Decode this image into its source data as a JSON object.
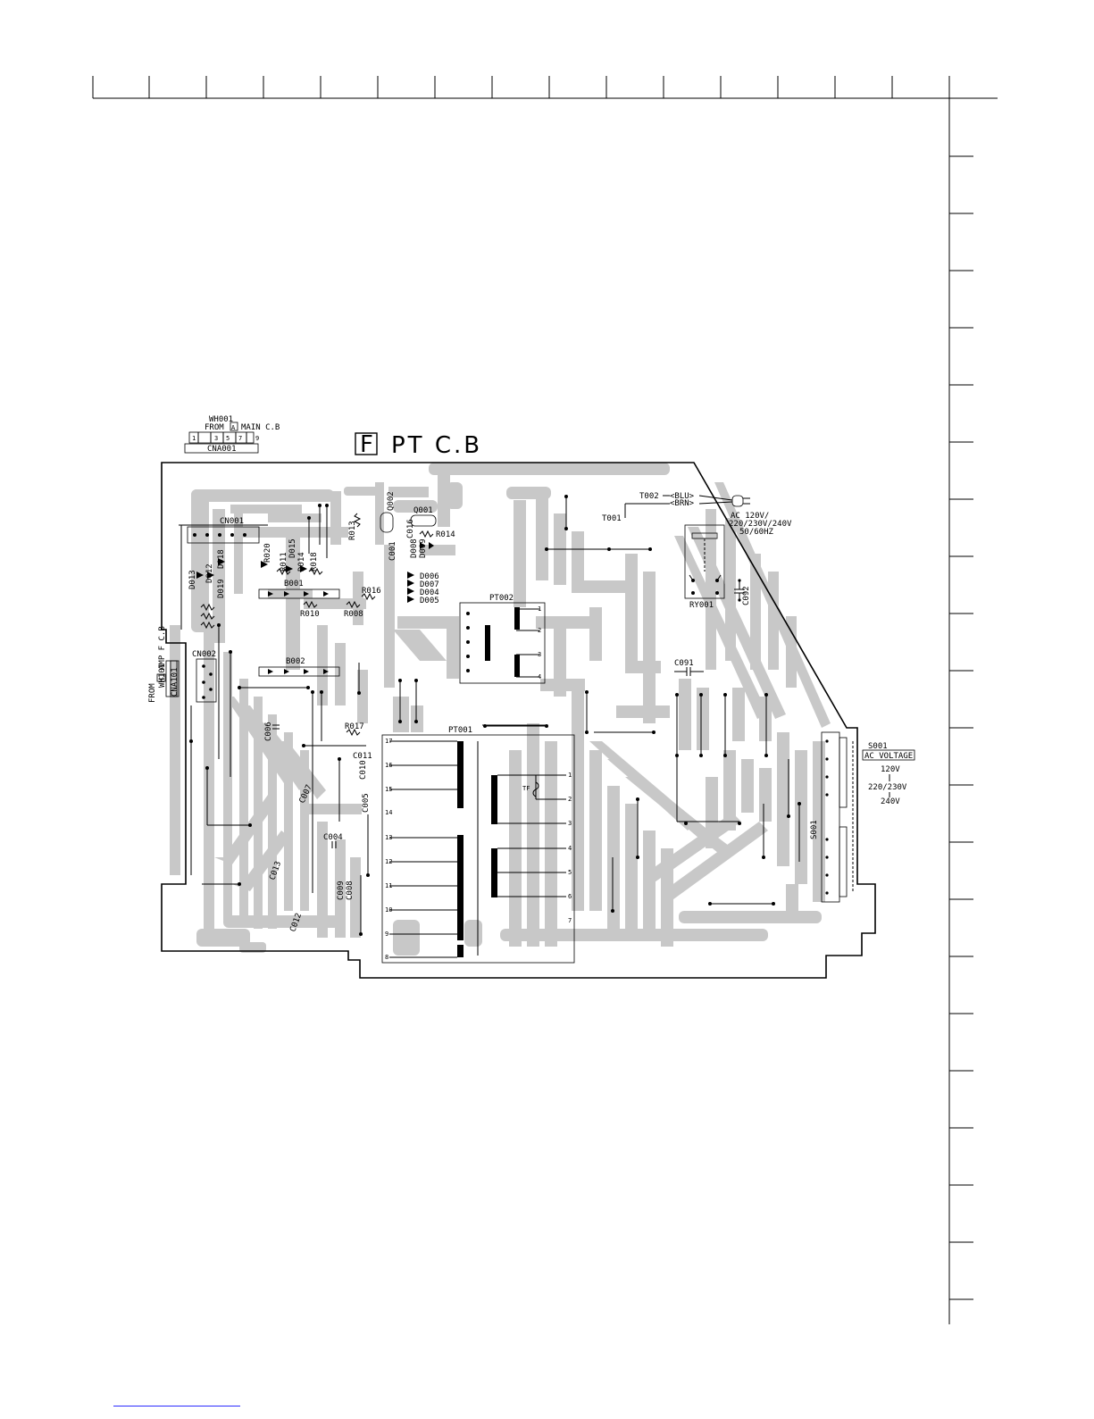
{
  "title": {
    "board_letter": "F",
    "board_name": "PT C.B"
  },
  "connectors": {
    "wh001_name": "WH001",
    "wh001_from": "FROM",
    "wh001_ref": "A",
    "wh001_dest": "MAIN C.B",
    "wh001_pins": [
      "1",
      "3",
      "5",
      "7",
      "9"
    ],
    "cna001": "CNA001",
    "wh101_name": "WH101",
    "wh101_from": "FROM",
    "wh101_ref": "C",
    "wh101_dest": "AMP F C.B",
    "cna101": "CNA101"
  },
  "ac_input": {
    "t002": "T002",
    "t001": "T001",
    "blu": "<BLU>",
    "brn": "<BRN>",
    "line1": "AC 120V/",
    "line2": "220/230V/240V",
    "line3": "50/60HZ"
  },
  "selector": {
    "s001": "S001",
    "ac_voltage": "AC VOLTAGE",
    "v120": "120V",
    "v220": "220/230V",
    "v240": "240V",
    "s001_vert": "S001"
  },
  "components": {
    "cn001": "CN001",
    "cn002": "CN002",
    "pt002": "PT002",
    "pt001": "PT001",
    "ry001": "RY001",
    "c091": "C091",
    "c092": "C092",
    "b001": "B001",
    "b002": "B002",
    "q001": "Q001",
    "q002": "Q002",
    "r013": "R013",
    "r014": "R014",
    "r016": "R016",
    "r017": "R017",
    "r010": "R010",
    "r008": "R008",
    "r020": "R020",
    "r011": "R011",
    "r018": "R018",
    "c016": "C016",
    "c001": "C001",
    "d006": "D006",
    "d007": "D007",
    "d004": "D004",
    "d005": "D005",
    "d008": "D008",
    "d009": "D009",
    "d012": "D012",
    "d013": "D013",
    "d014": "D014",
    "d015": "D015",
    "d018": "D018",
    "d019": "D019",
    "c006": "C006",
    "c007": "C007",
    "c011": "C011",
    "c010": "C010",
    "c005": "C005",
    "c004": "C004",
    "c013": "C013",
    "c009": "C009",
    "c008": "C008",
    "c012": "C012",
    "tf": "TF"
  },
  "pt001_pins_left": [
    "17",
    "16",
    "15",
    "14",
    "13",
    "12",
    "11",
    "10",
    "9",
    "8"
  ],
  "pt001_pins_right": [
    "1",
    "2",
    "3",
    "4",
    "5",
    "6",
    "7"
  ],
  "pt002_pins": [
    "1",
    "2",
    "3",
    "4"
  ]
}
